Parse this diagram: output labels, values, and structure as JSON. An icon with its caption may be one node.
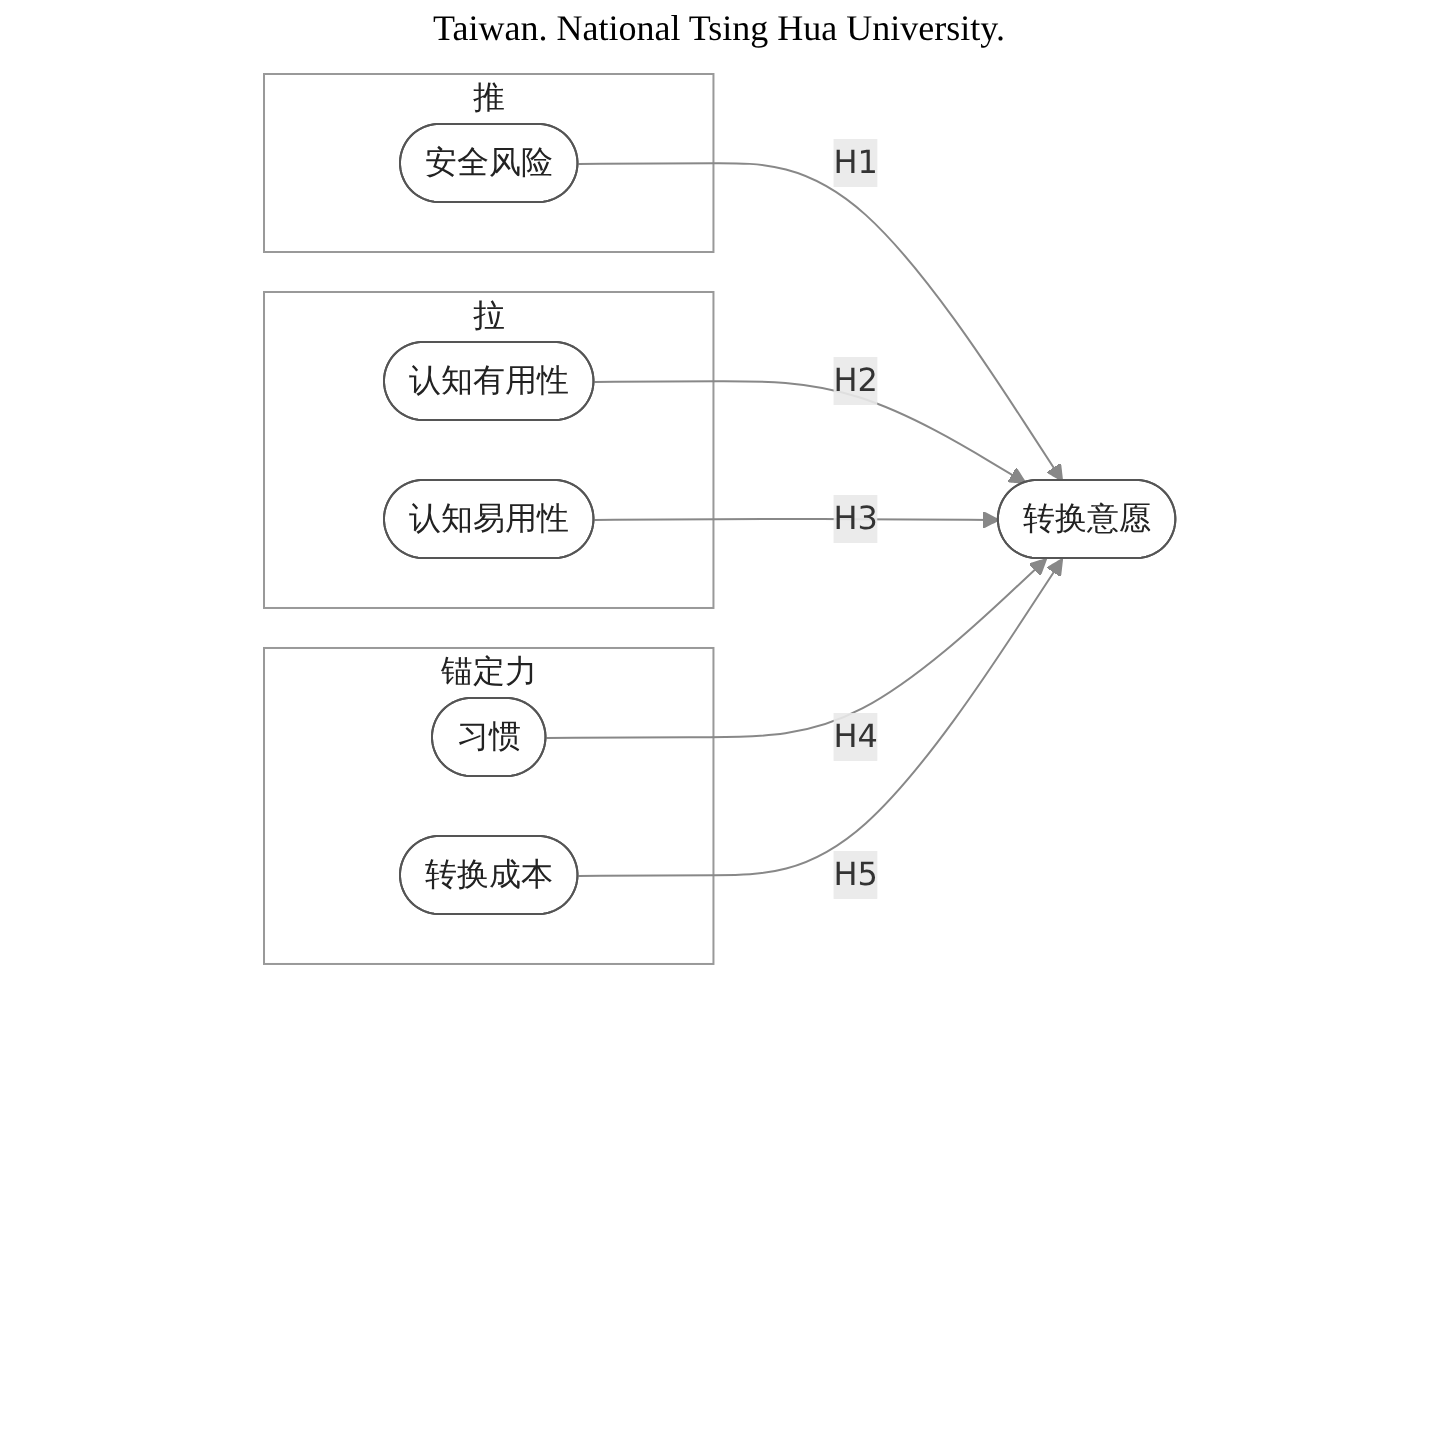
{
  "diagram": {
    "nodes": [
      {
        "text": [
          "推"
        ]
      },
      {
        "text": [
          "安全风险"
        ],
        "in": 0
      },
      {
        "text": [
          "拉"
        ]
      },
      {
        "text": [
          "认知有用性"
        ],
        "in": 2
      },
      {
        "text": [
          "认知易用性"
        ],
        "in": 2
      },
      {
        "text": [
          "锚定力"
        ]
      },
      {
        "text": [
          "习惯"
        ],
        "in": 5
      },
      {
        "text": [
          "转换成本"
        ],
        "in": 5
      },
      {
        "text": [
          "转换意愿"
        ]
      }
    ],
    "edges": [
      {
        "from": 1,
        "to": 8,
        "arrow": "to",
        "label": "H1"
      },
      {
        "from": 3,
        "to": 8,
        "arrow": "to",
        "label": "H2"
      },
      {
        "from": 4,
        "to": 8,
        "arrow": "to",
        "label": "H3"
      },
      {
        "from": 6,
        "to": 8,
        "arrow": "to",
        "label": "H4"
      },
      {
        "from": 7,
        "to": 8,
        "arrow": "to",
        "label": "H5"
      }
    ],
    "labels": [
      "Taiwan. National Tsing Hua University."
    ]
  }
}
